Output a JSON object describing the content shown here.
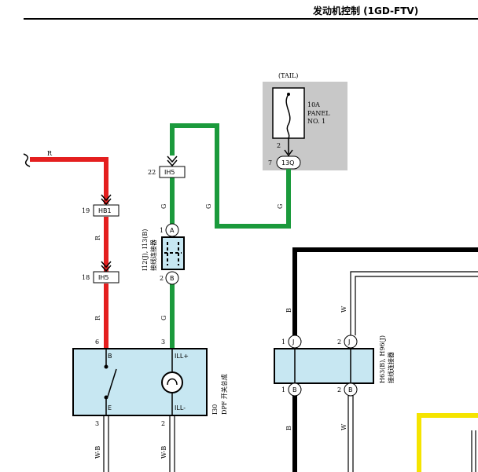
{
  "header": {
    "title": "发动机控制 (1GD-FTV)"
  },
  "fuse": {
    "name": "(TAIL)",
    "rating": "10A",
    "location": [
      "PANEL",
      "NO. 1"
    ],
    "pin": "2",
    "connector": "13Q",
    "connector_pin": "7"
  },
  "wires": {
    "red_label_top": "R",
    "red_label_mid1": "R",
    "red_label_mid2": "R",
    "green_label_1": "G",
    "green_label_2": "G",
    "green_label_3": "G",
    "green_label_4": "G",
    "black_label_upper": "B",
    "white_label_upper": "W",
    "black_label_lower": "B",
    "white_label_lower": "W",
    "wb_label_left": "W-B",
    "wb_label_right": "W-B"
  },
  "connectors": {
    "ih5_upper": {
      "pin": "22",
      "name": "IH5"
    },
    "hb1": {
      "pin": "19",
      "name": "HB1"
    },
    "ih5_lower": {
      "pin": "18",
      "name": "IH5"
    }
  },
  "junction_connector": {
    "pin_a_number": "1",
    "pin_a_letter": "A",
    "pin_b_number": "2",
    "pin_b_letter": "B",
    "label_line1": "I12(J), I13(B)",
    "label_line2": "接线连接器"
  },
  "switch_block": {
    "pin_b_number": "6",
    "pin_b_letter": "B",
    "pin_ill_plus_number": "3",
    "pin_ill_plus": "ILL+",
    "pin_e_letter": "E",
    "pin_e_number": "3",
    "pin_ill_minus": "ILL-",
    "pin_ill_minus_number": "2",
    "id": "I30",
    "name": "DPF 开关总成"
  },
  "right_connector": {
    "pin1_number": "1",
    "pin1_letter": "J",
    "pin2_number": "2",
    "pin2_letter": "J",
    "pin3_number": "1",
    "pin3_letter": "B",
    "pin4_number": "2",
    "pin4_letter": "B",
    "label_line1": "H63(B), H96(J)",
    "label_line2": "接线连接器"
  },
  "colors": {
    "red": "#e41f1f",
    "green": "#1b9a3c",
    "black": "#000000",
    "yellow": "#f5e400",
    "fuse_box_bg": "#c8c8c8",
    "component_fill": "#c7e7f2"
  }
}
